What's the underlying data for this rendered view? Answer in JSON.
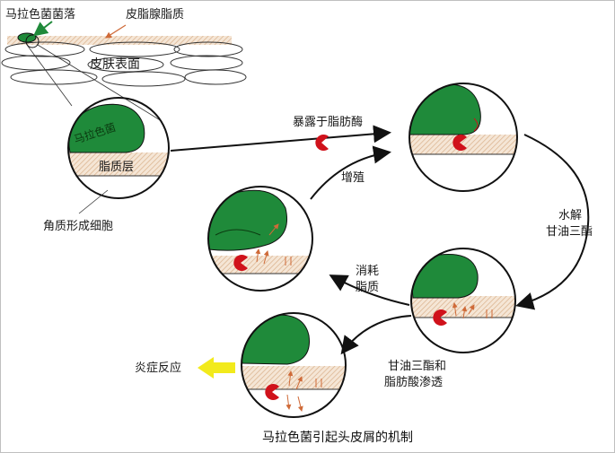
{
  "labels": {
    "malassezia_colony": "马拉色菌菌落",
    "sebum": "皮脂腺脂质",
    "skin_surface": "皮肤表面",
    "malassezia": "马拉色菌",
    "lipid_layer": "脂质层",
    "keratinocyte": "角质形成细胞",
    "exposure": "暴露于脂肪酶",
    "hydrolysis_line1": "水解",
    "hydrolysis_line2": "甘油三酯",
    "proliferation": "增殖",
    "consume_line1": "消耗",
    "consume_line2": "脂质",
    "tg_fa_line1": "甘油三酯和",
    "tg_fa_line2": "脂肪酸渗透",
    "inflammation": "炎症反应",
    "caption": "马拉色菌引起头皮屑的机制"
  },
  "colors": {
    "fungus": "#1f8a3a",
    "lipase": "#d0121b",
    "lipid_hatch": "#e7c9a8",
    "arrow_yellow": "#f2ea1c",
    "acid_arrow": "#cf6a38"
  }
}
